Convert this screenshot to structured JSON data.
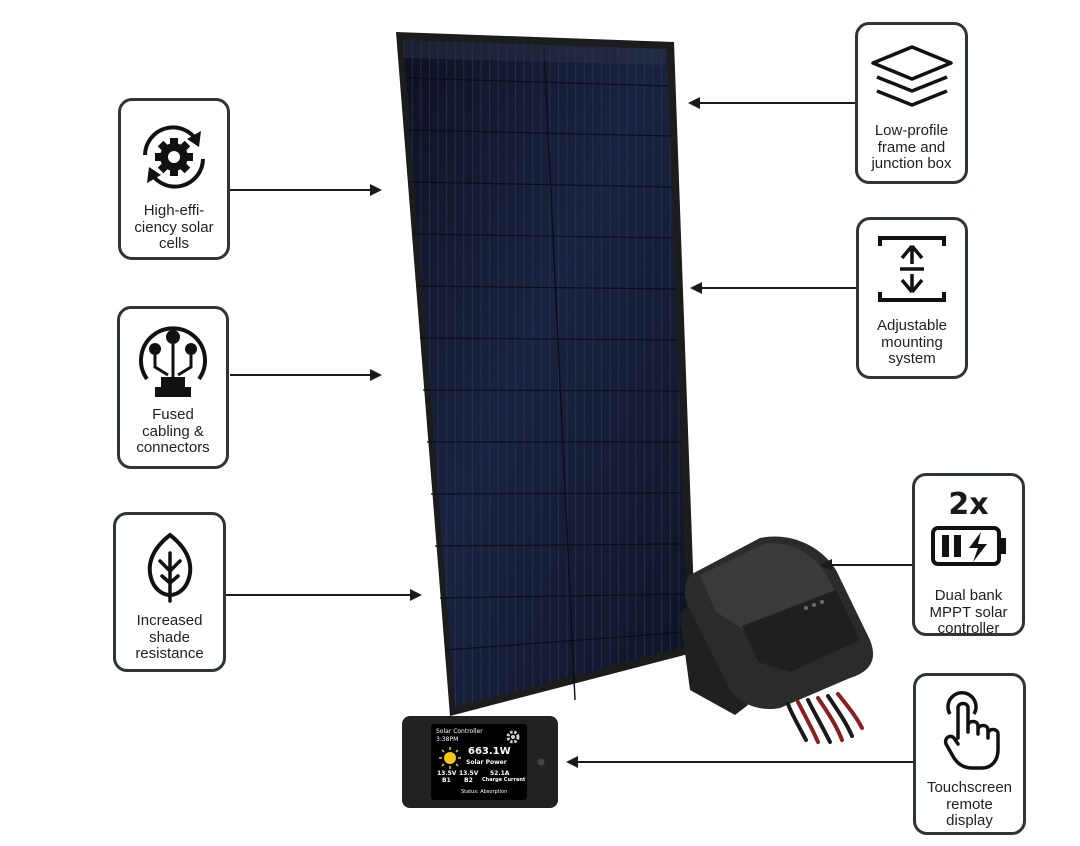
{
  "features": [
    {
      "id": "cells",
      "label": "High-effi-\nciency solar\ncells",
      "icon": "gear-cycle-icon"
    },
    {
      "id": "cabling",
      "label": "Fused\ncabling &\nconnectors",
      "icon": "circuit-connector-icon"
    },
    {
      "id": "shade",
      "label": "Increased\nshade\nresistance",
      "icon": "leaf-icon"
    },
    {
      "id": "frame",
      "label": "Low-profile\nframe and\njunction box",
      "icon": "layers-icon"
    },
    {
      "id": "mounting",
      "label": "Adjustable\nmounting\nsystem",
      "icon": "height-adjust-icon"
    },
    {
      "id": "controller",
      "label": "Dual bank\nMPPT solar\ncontroller",
      "icon": "dual-battery-icon",
      "badge": "2x"
    },
    {
      "id": "display",
      "label": "Touchscreen\nremote\ndisplay",
      "icon": "touch-hand-icon"
    }
  ],
  "display_screen": {
    "title": "Solar Controller",
    "time": "3:38PM",
    "power": "663.1W",
    "power_label": "Solar Power",
    "b1_volt": "13.5V",
    "b1_label": "B1",
    "b2_volt": "13.5V",
    "b2_label": "B2",
    "current": "52.1A",
    "current_label": "Charge Current",
    "status": "Status: Absorption"
  },
  "colors": {
    "card_border": "#2f3437",
    "panel_cell": "#15192e",
    "frame": "#1b1b1b",
    "arrow": "#1a1a1a"
  }
}
